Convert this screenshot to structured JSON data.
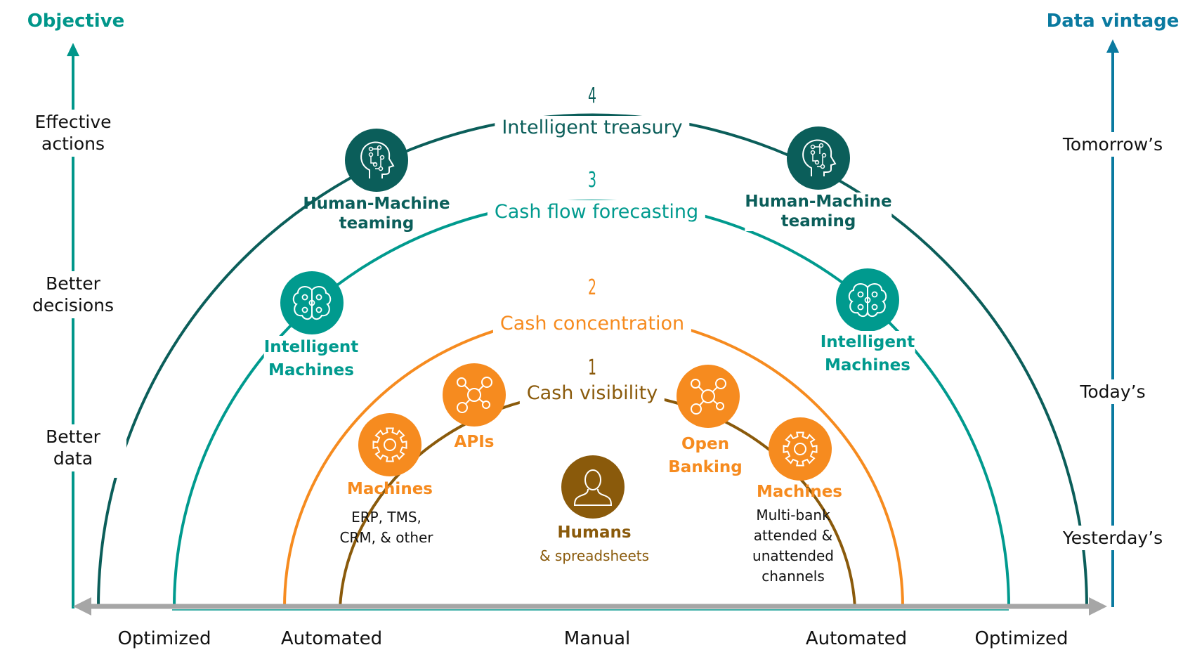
{
  "colors": {
    "stage4": "#0b5e5a",
    "stage3": "#009a8e",
    "stage2": "#f68b1f",
    "stage1": "#8a5a0b",
    "left_axis": "#00968a",
    "right_axis": "#0a7aa0",
    "baseline": "#a6a6a6"
  },
  "left_axis": {
    "title": "Objective",
    "levels": [
      "Effective actions",
      "Better decisions",
      "Better data"
    ],
    "levels_lines": [
      [
        "Effective",
        "actions"
      ],
      [
        "Better",
        "decisions"
      ],
      [
        "Better",
        "data"
      ]
    ]
  },
  "right_axis": {
    "title": "Data vintage",
    "levels": [
      "Tomorrow’s",
      "Today’s",
      "Yesterday’s"
    ]
  },
  "bottom_axis": {
    "labels": [
      "Optimized",
      "Automated",
      "Manual",
      "Automated",
      "Optimized"
    ]
  },
  "stages": [
    {
      "number": "4",
      "title": "Intelligent treasury"
    },
    {
      "number": "3",
      "title": "Cash flow forecasting"
    },
    {
      "number": "2",
      "title": "Cash concentration"
    },
    {
      "number": "1",
      "title": "Cash visibility"
    }
  ],
  "nodes": {
    "hmt_left": {
      "icon": "ai-head-icon",
      "lines": [
        "Human-Machine",
        "teaming"
      ]
    },
    "hmt_right": {
      "icon": "ai-head-icon",
      "lines": [
        "Human-Machine",
        "teaming"
      ]
    },
    "im_left": {
      "icon": "brain-circuit-icon",
      "lines": [
        "Intelligent",
        "Machines"
      ]
    },
    "im_right": {
      "icon": "brain-circuit-icon",
      "lines": [
        "Intelligent",
        "Machines"
      ]
    },
    "apis": {
      "icon": "network-hub-icon",
      "lines": [
        "APIs"
      ]
    },
    "open_banking": {
      "icon": "network-hub-icon",
      "lines": [
        "Open",
        "Banking"
      ]
    },
    "machines_left": {
      "icon": "gear-icon",
      "lines": [
        "Machines"
      ],
      "sub": [
        "ERP, TMS,",
        "CRM, & other"
      ]
    },
    "machines_right": {
      "icon": "gear-icon",
      "lines": [
        "Machines"
      ],
      "sub": [
        "Multi-bank",
        "attended &",
        "unattended",
        "channels"
      ]
    },
    "humans": {
      "icon": "person-icon",
      "lines": [
        "Humans"
      ],
      "sub": [
        "& spreadsheets"
      ]
    }
  }
}
